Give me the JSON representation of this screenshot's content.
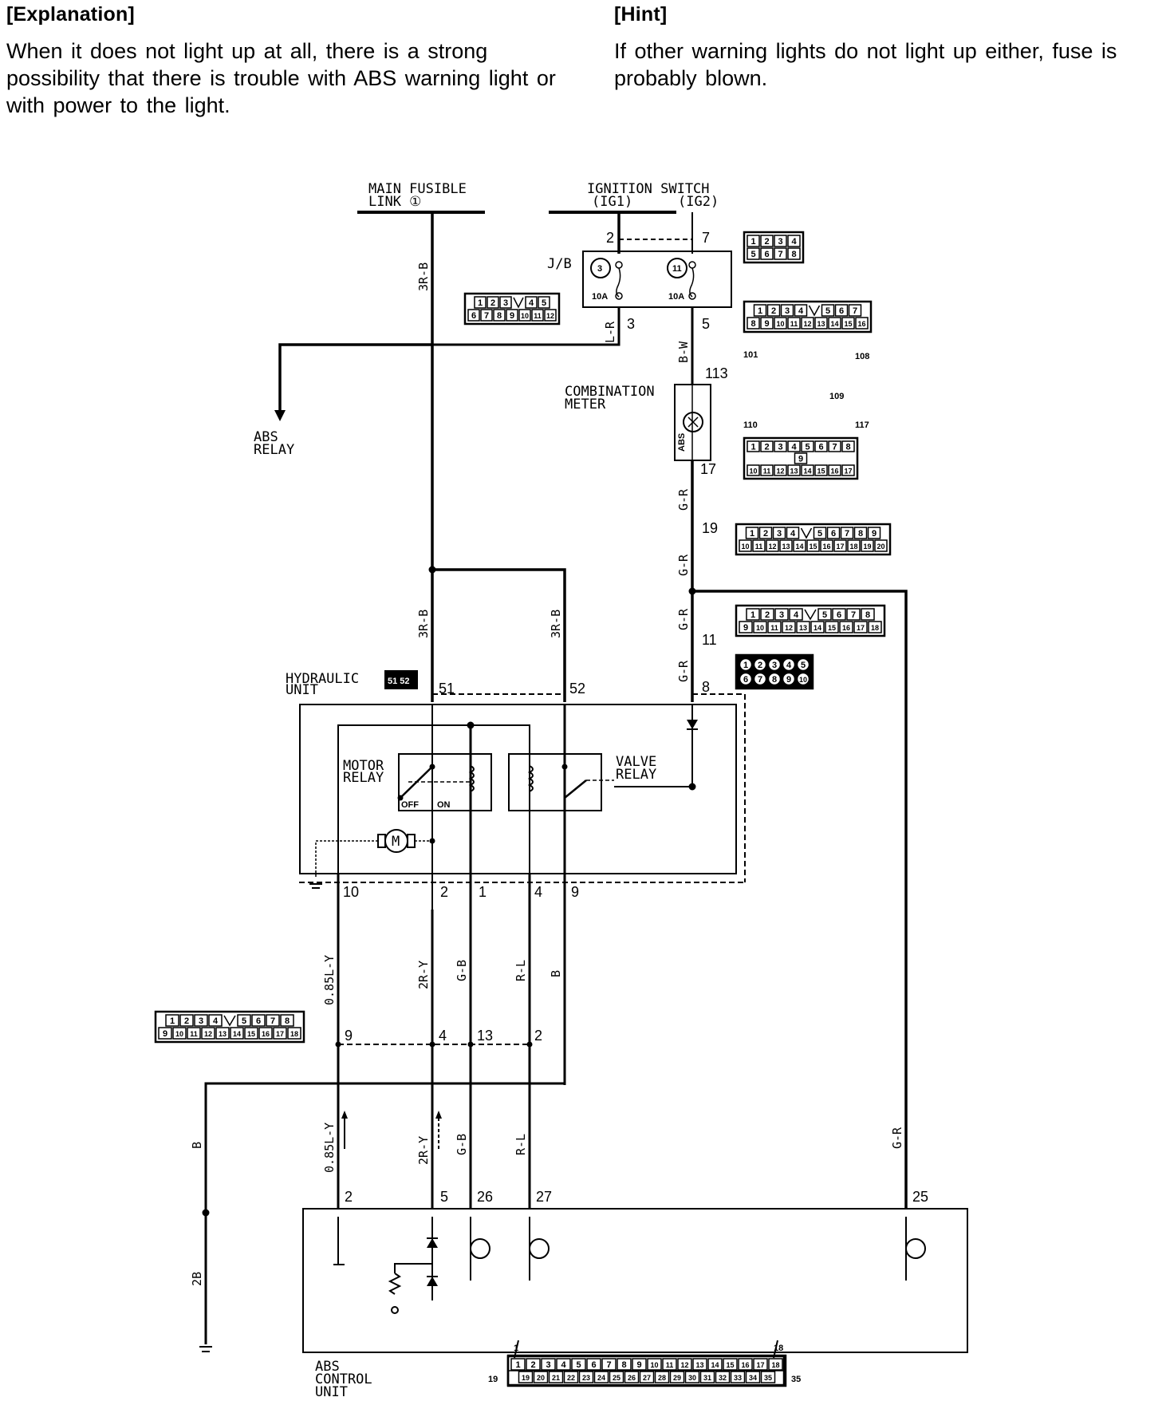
{
  "explanation": {
    "heading": "[Explanation]",
    "text": "When it does not light up at all, there is a strong possibility that there is trouble with ABS warning light or with power to the light."
  },
  "hint": {
    "heading": "[Hint]",
    "text": "If other warning lights do not light up either, fuse is probably blown."
  },
  "diagram": {
    "sources": {
      "main_fusible_link": "MAIN FUSIBLE",
      "main_fusible_link_2": "LINK ①",
      "ignition_switch": "IGNITION SWITCH",
      "ig1": "(IG1)",
      "ig2": "(IG2)"
    },
    "components": {
      "jb": "J/B",
      "fuse_left_num": "3",
      "fuse_right_num": "11",
      "fuse_left_rating": "10A",
      "fuse_right_rating": "10A",
      "abs_relay_1": "ABS",
      "abs_relay_2": "RELAY",
      "combination_meter_1": "COMBINATION",
      "combination_meter_2": "METER",
      "abs_lamp": "ABS",
      "hydraulic_unit_1": "HYDRAULIC",
      "hydraulic_unit_2": "UNIT",
      "hydraulic_conn": "51 52",
      "motor_relay_1": "MOTOR",
      "motor_relay_2": "RELAY",
      "off": "OFF",
      "on": "ON",
      "valve_relay_1": "VALVE",
      "valve_relay_2": "RELAY",
      "motor": "M",
      "abs_control_unit_1": "ABS",
      "abs_control_unit_2": "CONTROL",
      "abs_control_unit_3": "UNIT"
    },
    "wire_colors": {
      "main_feed": "3R-B",
      "jb_out_left": "L-R",
      "jb_out_right": "B-W",
      "meter_out": "G-R",
      "meter_mid": "G-R",
      "after_split": "G-R",
      "to_hu": "G-R",
      "hu_left": "3R-B",
      "hu_right": "3R-B",
      "hu_pin10": "0.85L-Y",
      "hu_pin2": "2R-Y",
      "hu_pin1": "G-B",
      "hu_pin4": "R-L",
      "hu_pin9": "B",
      "ground_wire": "B",
      "ground_point": "2B",
      "ecu_pin2": "0.85L-Y",
      "ecu_pin5": "2R-Y",
      "ecu_pin26": "G-B",
      "ecu_pin27": "R-L",
      "ecu_pin25": "G-R"
    },
    "pins": {
      "ig1": "2",
      "ig2": "7",
      "jb_left_out": "3",
      "jb_right_out": "5",
      "meter_in": "113",
      "meter_out": "17",
      "j19": "19",
      "j11": "11",
      "hu_8": "8",
      "hu_51": "51",
      "hu_52": "52",
      "hu_10": "10",
      "hu_2": "2",
      "hu_1": "1",
      "hu_4": "4",
      "hu_9": "9",
      "mid_9": "9",
      "mid_4": "4",
      "mid_13": "13",
      "mid_2": "2",
      "ecu_2": "2",
      "ecu_5": "5",
      "ecu_26": "26",
      "ecu_27": "27",
      "ecu_25": "25",
      "ecu_conn_first": "1",
      "ecu_conn_top_last": "18",
      "ecu_conn_bottom_first": "19",
      "ecu_conn_bottom_last": "35",
      "meter_conn_101": "101",
      "meter_conn_108": "108",
      "meter_conn_109": "109",
      "meter_conn_110": "110",
      "meter_conn_117": "117"
    },
    "connectors": {
      "ig_conn": {
        "rows": [
          [
            "1",
            "2",
            "3",
            "4"
          ],
          [
            "5",
            "6",
            "7",
            "8"
          ]
        ]
      },
      "jb_left_conn": {
        "rows": [
          [
            "1",
            "2",
            "3",
            "",
            "4",
            "5"
          ],
          [
            "6",
            "7",
            "8",
            "9",
            "10",
            "11",
            "12"
          ]
        ]
      },
      "jb_right_conn": {
        "rows": [
          [
            "1",
            "2",
            "3",
            "4",
            "",
            "5",
            "6",
            "7"
          ],
          [
            "8",
            "9",
            "10",
            "11",
            "12",
            "13",
            "14",
            "15",
            "16"
          ]
        ]
      },
      "meter_conn_b": {
        "rows": [
          [
            "1",
            "2",
            "3",
            "4",
            "5",
            "6",
            "7",
            "8"
          ],
          [
            "9"
          ],
          [
            "10",
            "11",
            "12",
            "13",
            "14",
            "15",
            "16",
            "17"
          ]
        ]
      },
      "conn_20": {
        "rows": [
          [
            "1",
            "2",
            "3",
            "4",
            "",
            "5",
            "6",
            "7",
            "8",
            "9"
          ],
          [
            "10",
            "11",
            "12",
            "13",
            "14",
            "15",
            "16",
            "17",
            "18",
            "19",
            "20"
          ]
        ]
      },
      "conn_18_right": {
        "rows": [
          [
            "1",
            "2",
            "3",
            "4",
            "",
            "5",
            "6",
            "7",
            "8"
          ],
          [
            "9",
            "10",
            "11",
            "12",
            "13",
            "14",
            "15",
            "16",
            "17",
            "18"
          ]
        ]
      },
      "conn_round_10": {
        "rows": [
          [
            "1",
            "2",
            "3",
            "4",
            "5"
          ],
          [
            "6",
            "7",
            "8",
            "9",
            "10"
          ]
        ]
      },
      "conn_18_left": {
        "rows": [
          [
            "1",
            "2",
            "3",
            "4",
            "",
            "5",
            "6",
            "7",
            "8"
          ],
          [
            "9",
            "10",
            "11",
            "12",
            "13",
            "14",
            "15",
            "16",
            "17",
            "18"
          ]
        ]
      },
      "ecu_conn": {
        "rows": [
          [
            "1",
            "2",
            "3",
            "4",
            "5",
            "6",
            "7",
            "8",
            "9",
            "10",
            "11",
            "12",
            "13",
            "14",
            "15",
            "16",
            "17",
            "18"
          ],
          [
            "19",
            "20",
            "21",
            "22",
            "23",
            "24",
            "25",
            "26",
            "27",
            "28",
            "29",
            "30",
            "31",
            "32",
            "33",
            "34",
            "35"
          ]
        ]
      }
    }
  }
}
